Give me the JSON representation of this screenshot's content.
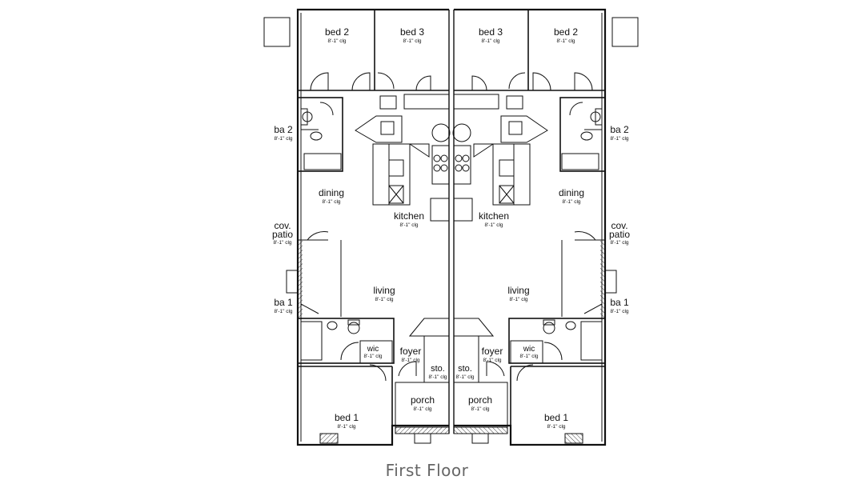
{
  "caption": "First Floor",
  "ceiling_note": "8'-1\" clg",
  "rooms": {
    "bed2_left": "bed 2",
    "bed3_left": "bed 3",
    "bed3_right": "bed 3",
    "bed2_right": "bed 2",
    "ba2_left": "ba 2",
    "ba2_right": "ba 2",
    "dining_left": "dining",
    "dining_right": "dining",
    "kitchen_left": "kitchen",
    "kitchen_right": "kitchen",
    "patio_left_1": "cov.",
    "patio_left_2": "patio",
    "patio_right_1": "cov.",
    "patio_right_2": "patio",
    "living_left": "living",
    "living_right": "living",
    "ba1_left": "ba 1",
    "ba1_right": "ba 1",
    "wic_left": "wic",
    "wic_right": "wic",
    "foyer_left": "foyer",
    "foyer_right": "foyer",
    "sto_left": "sto.",
    "sto_right": "sto.",
    "porch_left": "porch",
    "porch_right": "porch",
    "bed1_left": "bed 1",
    "bed1_right": "bed 1"
  },
  "colors": {
    "line": "#111111",
    "caption": "#666666"
  }
}
